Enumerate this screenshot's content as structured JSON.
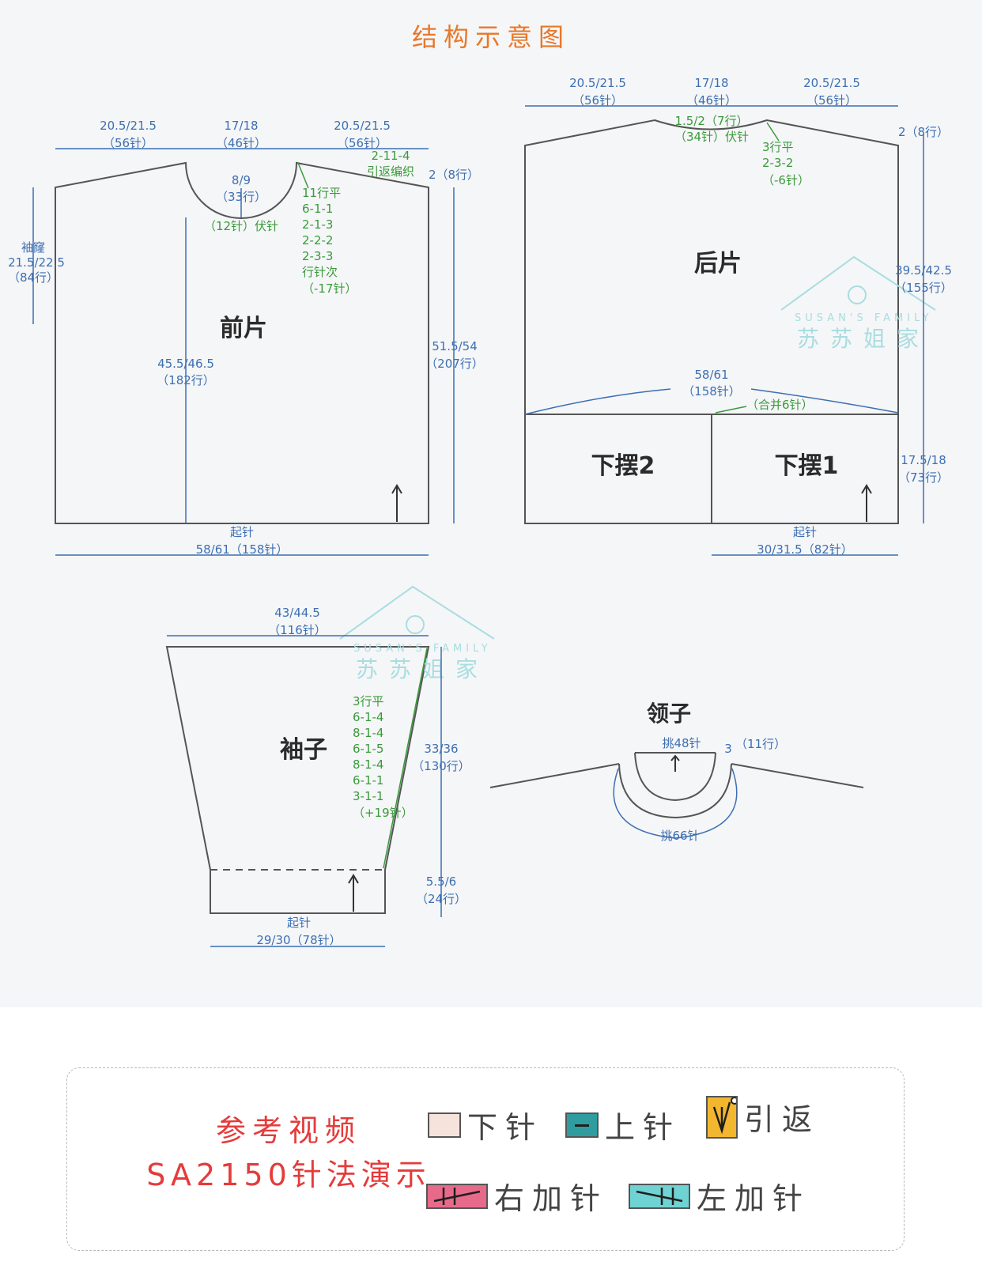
{
  "title": "结构示意图",
  "front": {
    "name": "前片",
    "top_left": "20.5/21.5",
    "top_left_st": "（56针）",
    "top_mid": "17/18",
    "top_mid_st": "（46针）",
    "top_right": "20.5/21.5",
    "top_right_st": "（56针）",
    "short_row": "2-11-4",
    "short_row_label": "引返编织",
    "shoulder_rows": "2（8行）",
    "neck_depth": "8/9",
    "neck_depth_rows": "（33行）",
    "neck_bind": "（12针）伏针",
    "neck_dec": [
      "11行平",
      "6-1-1",
      "2-1-3",
      "2-2-2",
      "2-3-3",
      "行针次",
      "（-17针）"
    ],
    "armhole_label": "袖窿",
    "armhole": "21.5/22.5",
    "armhole_rows": "（84行）",
    "body_len": "45.5/46.5",
    "body_len_rows": "（182行）",
    "total_len": "51.5/54",
    "total_len_rows": "（207行）",
    "cast_on": "起针",
    "bottom": "58/61（158针）"
  },
  "back": {
    "name": "后片",
    "top_left": "20.5/21.5",
    "top_left_st": "（56针）",
    "top_mid": "17/18",
    "top_mid_st": "（46针）",
    "top_right": "20.5/21.5",
    "top_right_st": "（56针）",
    "neck_depth": "1.5/2（7行）",
    "neck_bind": "（34针）伏针",
    "neck_dec": [
      "3行平",
      "2-3-2",
      "（-6针）"
    ],
    "shoulder_rows": "2（8行）",
    "upper_len": "39.5/42.5",
    "upper_len_rows": "（155行）",
    "width": "58/61",
    "width_st": "（158针）",
    "merge": "（合并6针）",
    "hem2": "下摆2",
    "hem1": "下摆1",
    "hem_len": "17.5/18",
    "hem_len_rows": "（73行）",
    "cast_on": "起针",
    "bottom": "30/31.5（82针）"
  },
  "sleeve": {
    "name": "袖子",
    "top": "43/44.5",
    "top_st": "（116针）",
    "inc": [
      "3行平",
      "6-1-4",
      "8-1-4",
      "6-1-5",
      "8-1-4",
      "6-1-1",
      "3-1-1",
      "（+19针）"
    ],
    "len": "33/36",
    "len_rows": "（130行）",
    "cuff": "5.5/6",
    "cuff_rows": "（24行）",
    "cast_on": "起针",
    "bottom": "29/30（78针）"
  },
  "collar": {
    "name": "领子",
    "inner_pickup": "挑48针",
    "rows": "（11行）",
    "rows_num": "3",
    "outer_pickup": "挑66针"
  },
  "watermark": {
    "en": "SUSAN'S FAMILY",
    "cn": "苏苏姐家"
  },
  "legend": {
    "ref_line1": "参考视频",
    "ref_line2": "SA2150针法演示",
    "items": [
      {
        "label": "下针",
        "color": "#f6e3dc",
        "icon": "knit-stitch-icon"
      },
      {
        "label": "上针",
        "color": "#2f9da0",
        "icon": "purl-stitch-icon"
      },
      {
        "label": "引返",
        "color": "#f2b62f",
        "icon": "short-row-icon"
      },
      {
        "label": "右加针",
        "color": "#e86a8a",
        "icon": "right-increase-icon"
      },
      {
        "label": "左加针",
        "color": "#6fd3d3",
        "icon": "left-increase-icon"
      }
    ]
  }
}
